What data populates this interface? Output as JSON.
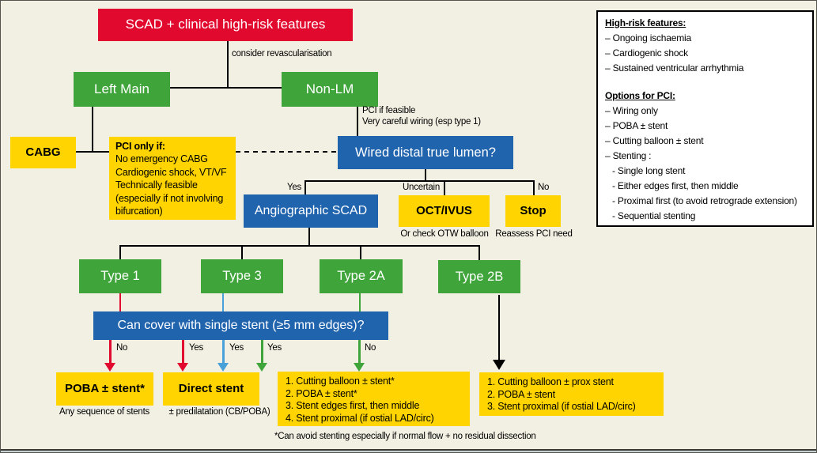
{
  "colors": {
    "red": "#e2092e",
    "green": "#3fa53a",
    "blue": "#2164ae",
    "yellow": "#ffd400",
    "lightblue": "#49a1d9",
    "bg": "#f2f0e3"
  },
  "nodes": {
    "root": "SCAD + clinical high-risk features",
    "left_main": "Left Main",
    "non_lm": "Non-LM",
    "cabg": "CABG",
    "wired": "Wired distal true lumen?",
    "angiographic": "Angiographic SCAD",
    "oct_ivus": "OCT/IVUS",
    "stop": "Stop",
    "type1": "Type 1",
    "type3": "Type 3",
    "type2a": "Type 2A",
    "type2b": "Type 2B",
    "can_cover": "Can cover with single stent (≥5 mm edges)?",
    "poba": "POBA ± stent*",
    "direct_stent": "Direct stent"
  },
  "pci_criteria": {
    "title": "PCI only if:",
    "lines": [
      "No emergency CABG",
      "Cardiogenic shock, VT/VF",
      "Technically feasible",
      "(especially if not involving",
      "bifurcation)"
    ]
  },
  "treatment_2a": {
    "lines": [
      "1. Cutting balloon ± stent*",
      "2. POBA ± stent*",
      "3. Stent edges first, then middle",
      "4. Stent proximal (if ostial LAD/circ)"
    ]
  },
  "treatment_2b": {
    "lines": [
      "1. Cutting balloon ± prox stent",
      "2. POBA ± stent",
      "3. Stent proximal (if ostial LAD/circ)"
    ]
  },
  "edge_labels": {
    "yes": "Yes",
    "no": "No",
    "uncertain": "Uncertain"
  },
  "annotations": {
    "consider": "consider revascularisation",
    "pci_feasible_line1": "PCI if feasible",
    "pci_feasible_line2": "Very careful wiring (esp type 1)",
    "or_check": "Or check OTW balloon",
    "reassess": "Reassess PCI need",
    "any_sequence": "Any sequence of stents",
    "predilatation": "± predilatation (CB/POBA)",
    "footnote": "*Can avoid stenting especially if normal flow + no residual dissection"
  },
  "panel": {
    "high_risk_title": "High-risk features:",
    "high_risk_items": [
      "– Ongoing ischaemia",
      "– Cardiogenic shock",
      "– Sustained ventricular arrhythmia"
    ],
    "options_title": "Options for PCI:",
    "options_items": [
      "– Wiring only",
      "– POBA ± stent",
      "– Cutting balloon ± stent",
      "– Stenting :"
    ],
    "stenting_subitems": [
      "- Single long stent",
      "- Either edges first, then middle",
      "- Proximal first (to avoid retrograde extension)",
      "- Sequential stenting"
    ]
  }
}
